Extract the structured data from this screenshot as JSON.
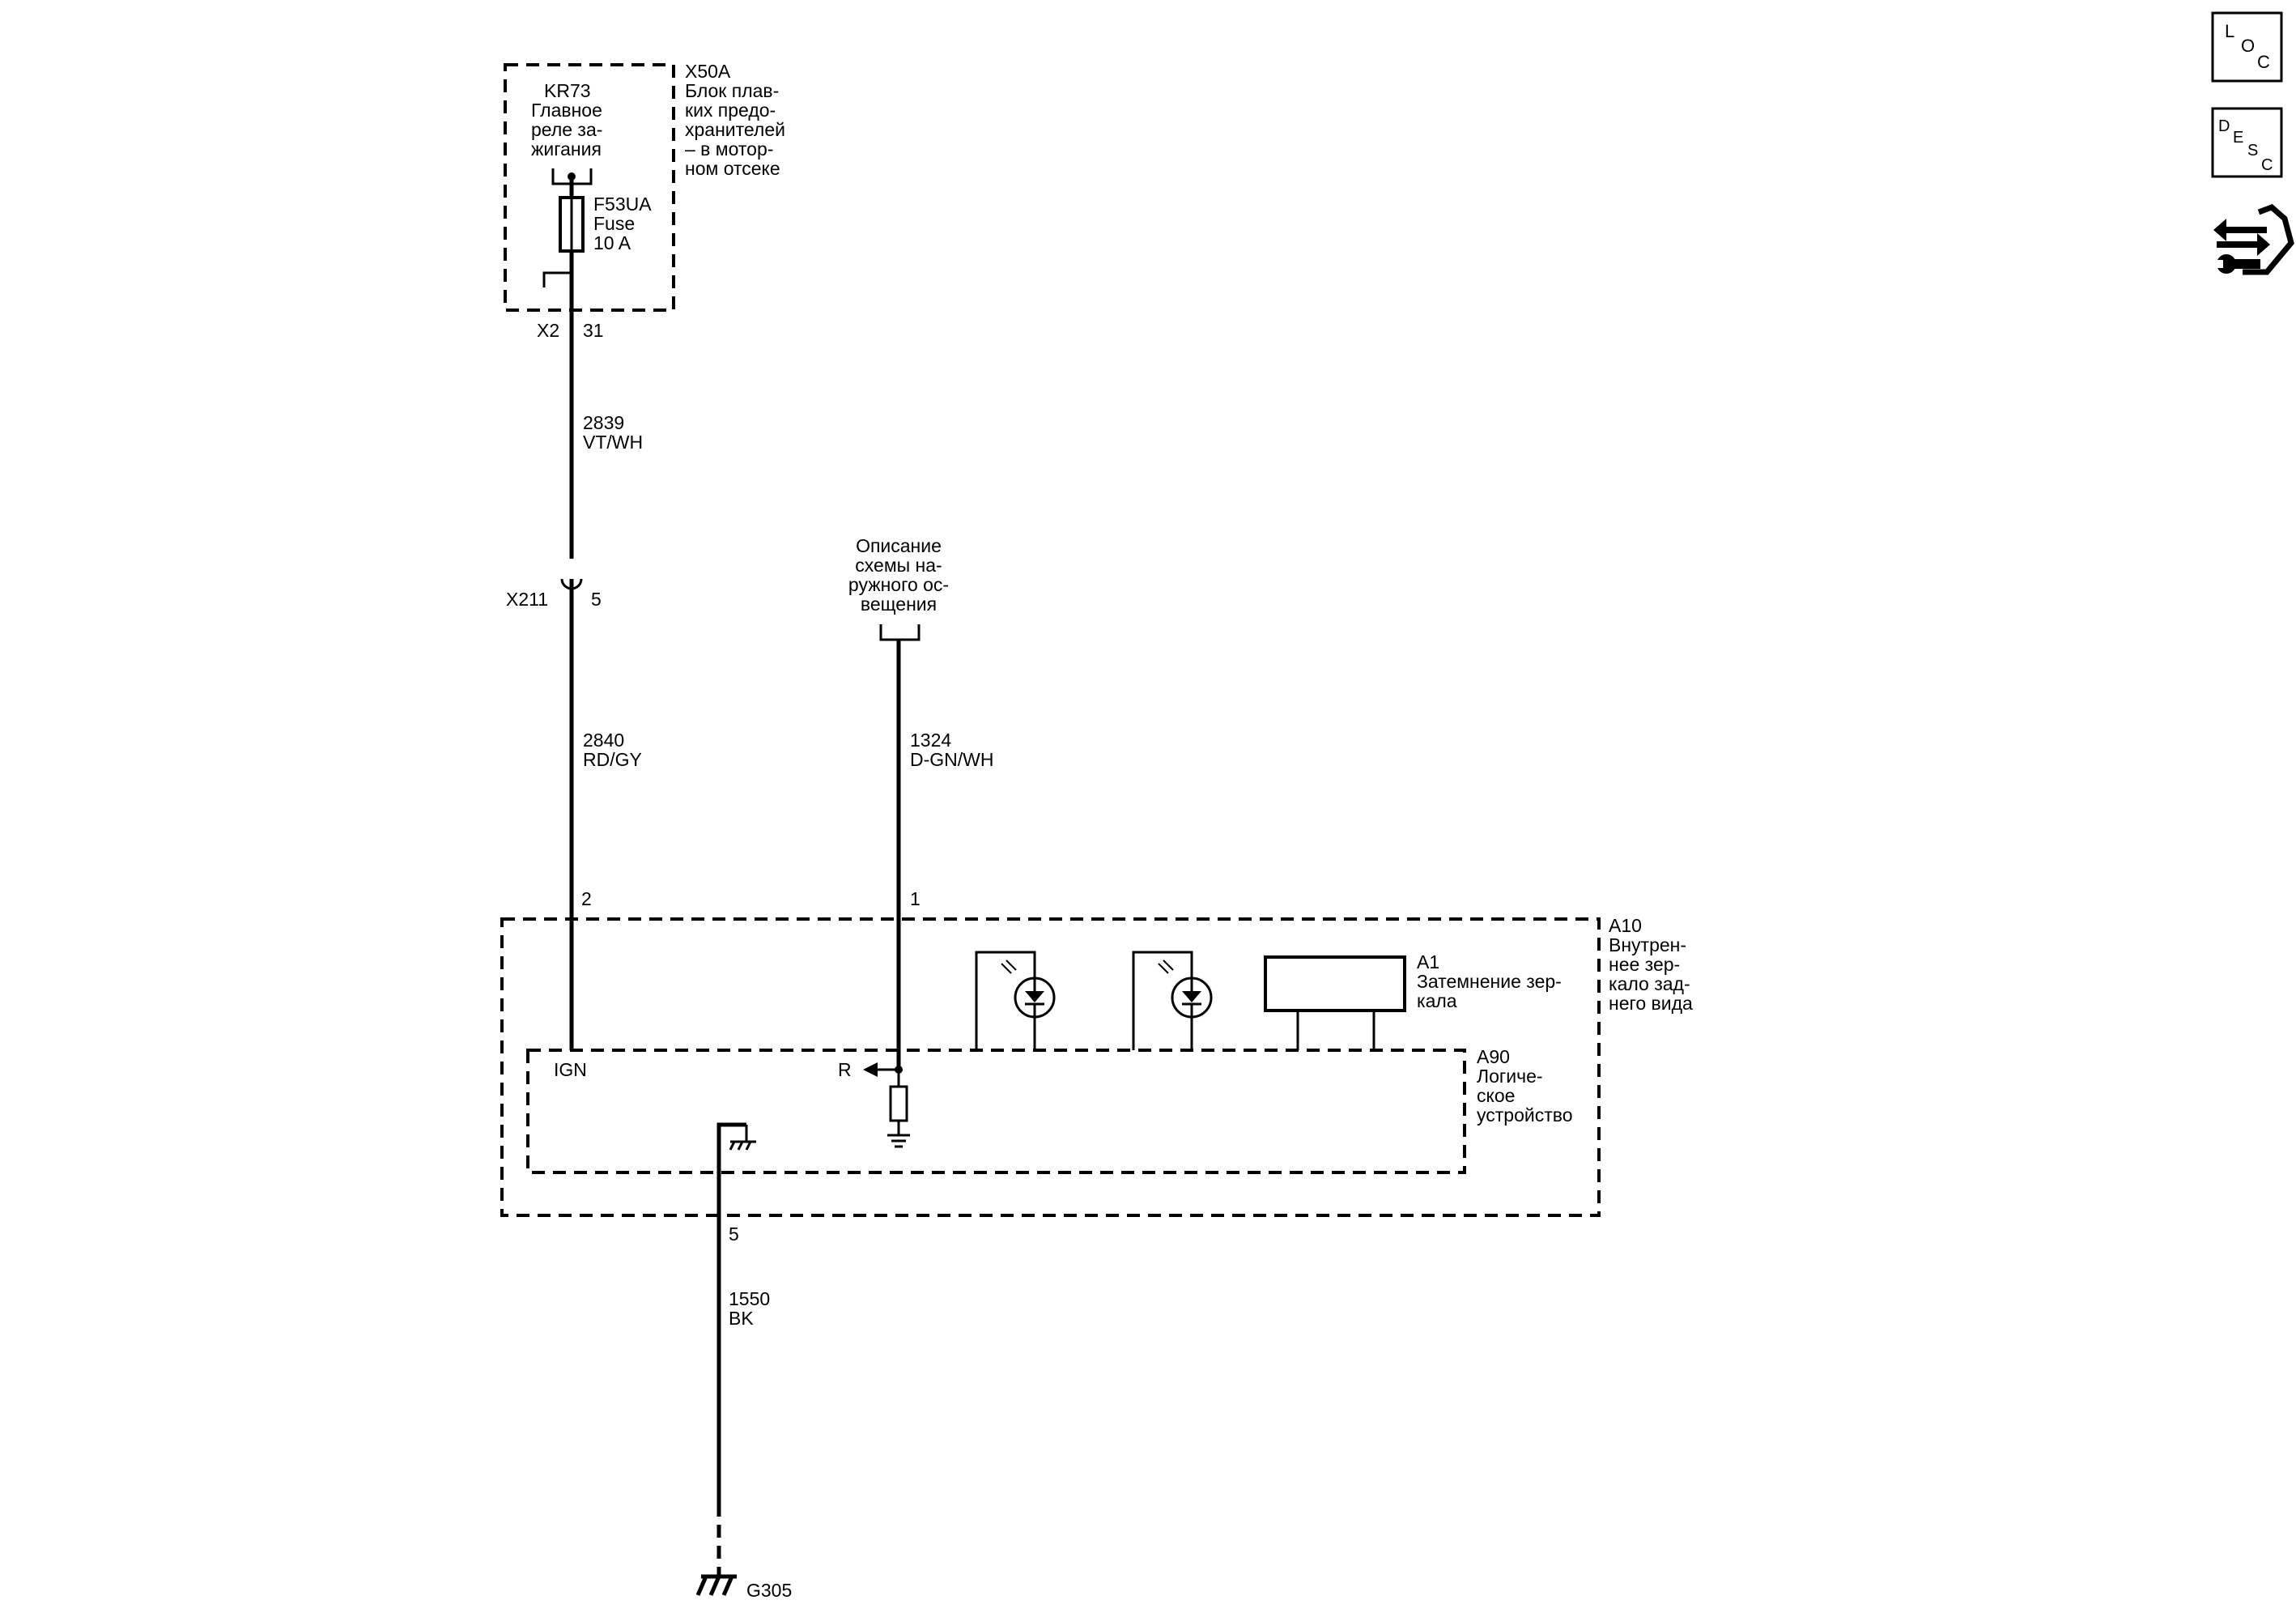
{
  "fuse_block": {
    "id": "X50A",
    "desc": [
      "Блок плав-",
      "ких предо-",
      "хранителей",
      "– в мотор-",
      "ном отсеке"
    ]
  },
  "relay": {
    "id": "KR73",
    "desc": [
      "Главное",
      "реле за-",
      "жигания"
    ]
  },
  "fuse": {
    "id": "F53UA",
    "name": "Fuse",
    "rating": "10 A"
  },
  "connectors": {
    "x2": "X2",
    "x2_pin": "31",
    "x211": "X211",
    "x211_pin": "5"
  },
  "wires": [
    {
      "circuit": "2839",
      "color": "VT/WH"
    },
    {
      "circuit": "2840",
      "color": "RD/GY"
    },
    {
      "circuit": "1324",
      "color": "D-GN/WH"
    },
    {
      "circuit": "1550",
      "color": "BK"
    }
  ],
  "exterior_lighting_ref": [
    "Описание",
    "схемы на-",
    "ружного ос-",
    "вещения"
  ],
  "mirror": {
    "id": "A10",
    "desc": [
      "Внутрен-",
      "нее зер-",
      "кало зад-",
      "него вида"
    ],
    "pin_ign": "2",
    "pin_r": "1",
    "pin_ground": "5"
  },
  "dimming": {
    "id": "A1",
    "desc": [
      "Затемнение зер-",
      "кала"
    ]
  },
  "logic": {
    "id": "A90",
    "desc": [
      "Логиче-",
      "ское",
      "устройство"
    ],
    "ign_label": "IGN",
    "r_label": "R"
  },
  "ground": {
    "id": "G305"
  },
  "side_icons": {
    "loc": [
      "L",
      "O",
      "C"
    ],
    "desc": [
      "D",
      "E",
      "S",
      "C"
    ],
    "connector_icon": "connector-wrench-icon"
  }
}
